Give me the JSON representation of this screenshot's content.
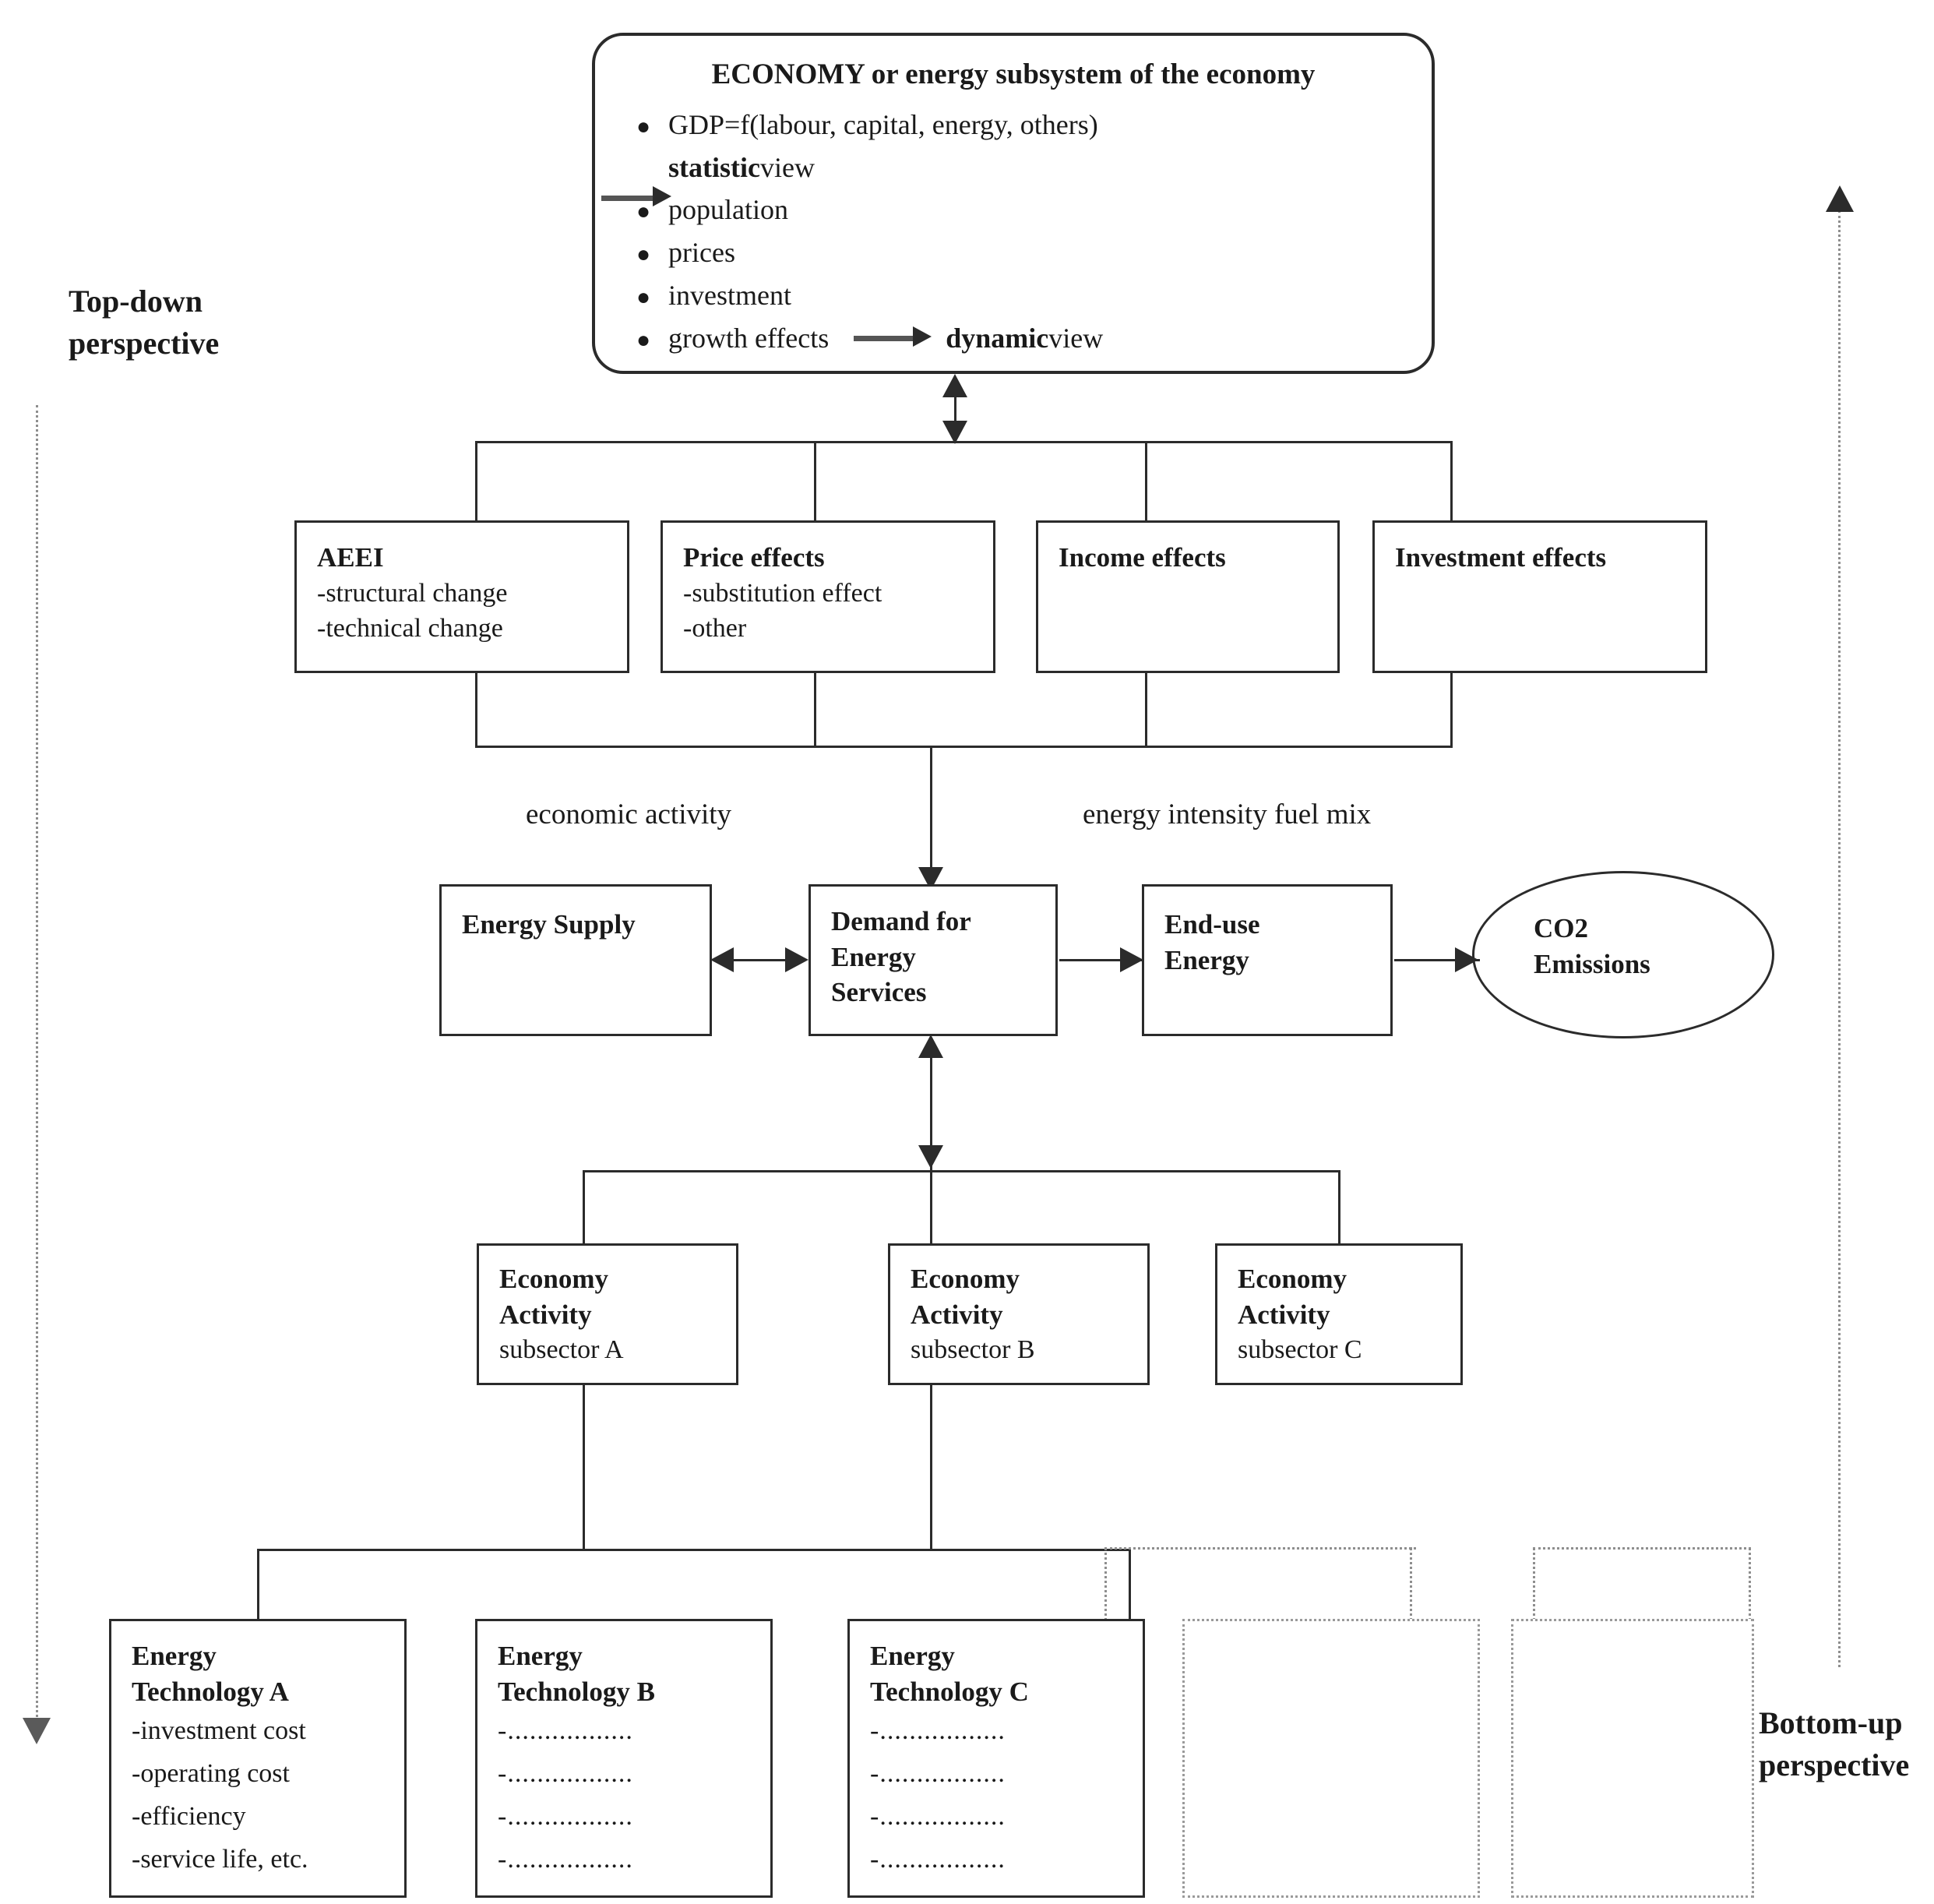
{
  "diagram": {
    "title": "Top-down / bottom-up energy-economy modelling framework",
    "perspectives": {
      "top_down": "Top-down\nperspective",
      "bottom_up": "Bottom-up\nperspective"
    },
    "economy_box": {
      "header": "ECONOMY or energy subsystem of the economy",
      "items": [
        {
          "marker": "bullet",
          "text": "GDP=f(labour, capital, energy, others)"
        },
        {
          "marker": "arrow",
          "text_bold": "statistic",
          "text_rest": " view"
        },
        {
          "marker": "bullet",
          "text": "population"
        },
        {
          "marker": "bullet",
          "text": "prices"
        },
        {
          "marker": "bullet",
          "text": "investment"
        },
        {
          "marker": "bullet",
          "text": "growth effects",
          "trailing_bold": "dynamic",
          "trailing_rest": " view"
        }
      ]
    },
    "effect_boxes": [
      {
        "title": "AEEI",
        "lines": [
          "-structural change",
          "-technical change"
        ]
      },
      {
        "title": "Price effects",
        "lines": [
          "-substitution effect",
          "-other"
        ]
      },
      {
        "title": "Income effects",
        "lines": []
      },
      {
        "title": "Investment effects",
        "lines": []
      }
    ],
    "flow_labels": {
      "left": "economic activity",
      "right": "energy intensity fuel mix"
    },
    "energy_chain": {
      "supply": "Energy Supply",
      "demand": "Demand for\nEnergy\nServices",
      "end_use": "End-use\nEnergy",
      "emissions": "CO2\nEmissions"
    },
    "subsectors": [
      {
        "title": "Economy\nActivity",
        "sub": "subsector A"
      },
      {
        "title": "Economy\nActivity",
        "sub": "subsector B"
      },
      {
        "title": "Economy\nActivity",
        "sub": "subsector C"
      }
    ],
    "technologies": [
      {
        "title": "Energy\nTechnology A",
        "lines": [
          "-investment cost",
          "-operating cost",
          "-efficiency",
          "-service life, etc."
        ]
      },
      {
        "title": "Energy\nTechnology B",
        "lines": [
          "-.................",
          "-.................",
          "-.................",
          "-................."
        ]
      },
      {
        "title": "Energy\nTechnology C",
        "lines": [
          "-.................",
          "-.................",
          "-.................",
          "-................."
        ]
      }
    ],
    "placeholder_boxes": [
      {
        "label": ""
      },
      {
        "label": ""
      }
    ],
    "colors": {
      "stroke": "#2b2b2b",
      "dotted": "#8e8e8e",
      "background": "#ffffff",
      "text": "#1a1a1a"
    }
  }
}
